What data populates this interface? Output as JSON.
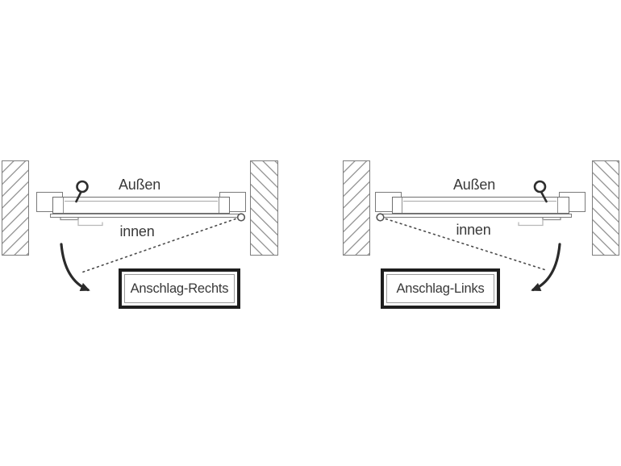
{
  "colors": {
    "background": "#ffffff",
    "wall_outline": "#7e7e7e",
    "hatch_line": "#9c9c9c",
    "door_outline": "#6f6f6f",
    "detail_light": "#b8b8b8",
    "ink_dark": "#2a2a2a",
    "text": "#3a3a3a",
    "box_border": "#1e1e1e"
  },
  "diagrams": [
    {
      "outside_label": "Außen",
      "inside_label": "innen",
      "box_label": "Anschlag-Rechts",
      "hinge_side": "right",
      "handle_side": "left",
      "icons": [
        "door-handle-icon",
        "hinge-pivot-icon",
        "swing-path-dotted-line",
        "swing-arrow-icon"
      ]
    },
    {
      "outside_label": "Außen",
      "inside_label": "innen",
      "box_label": "Anschlag-Links",
      "hinge_side": "left",
      "handle_side": "right",
      "icons": [
        "door-handle-icon",
        "hinge-pivot-icon",
        "swing-path-dotted-line",
        "swing-arrow-icon"
      ]
    }
  ]
}
